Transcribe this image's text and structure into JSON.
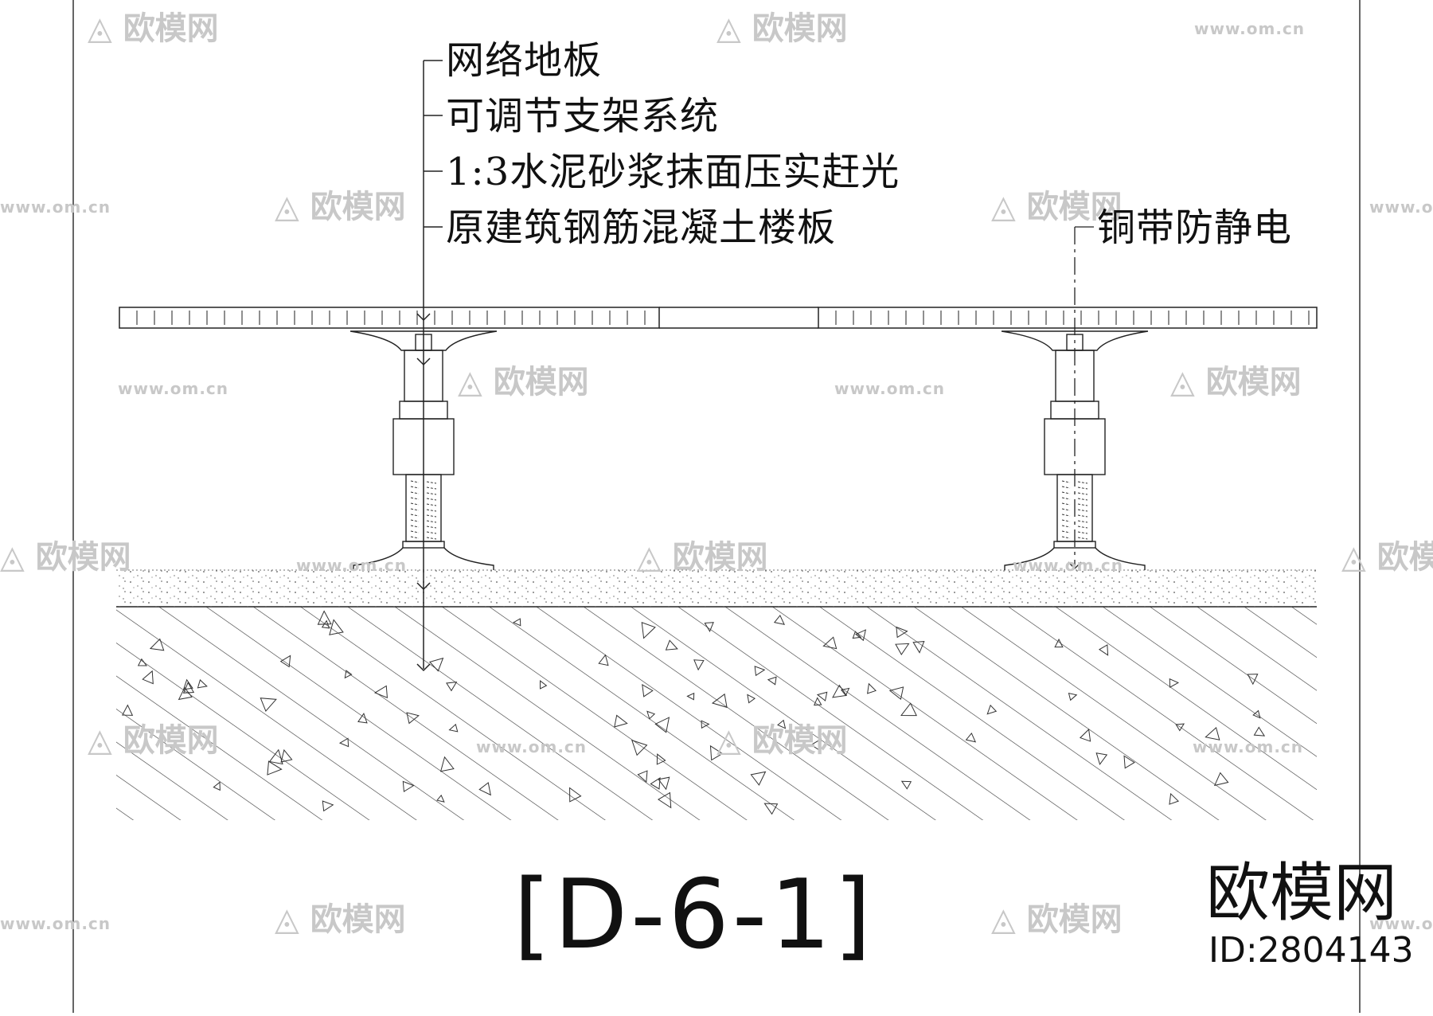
{
  "drawing": {
    "layer_labels": [
      "网络地板",
      "可调节支架系统",
      "1:3水泥砂浆抹面压实赶光",
      "原建筑钢筋混凝土楼板"
    ],
    "right_label": "铜带防静电",
    "title": "[D-6-1]"
  },
  "brand": {
    "name": "欧模网",
    "id_text": "ID:2804143"
  },
  "watermark": {
    "logo_text": "欧模网",
    "url_text": "www.om.cn",
    "color": "#c8c8c8"
  },
  "colors": {
    "line": "#1a1a1a",
    "background": "#ffffff"
  }
}
